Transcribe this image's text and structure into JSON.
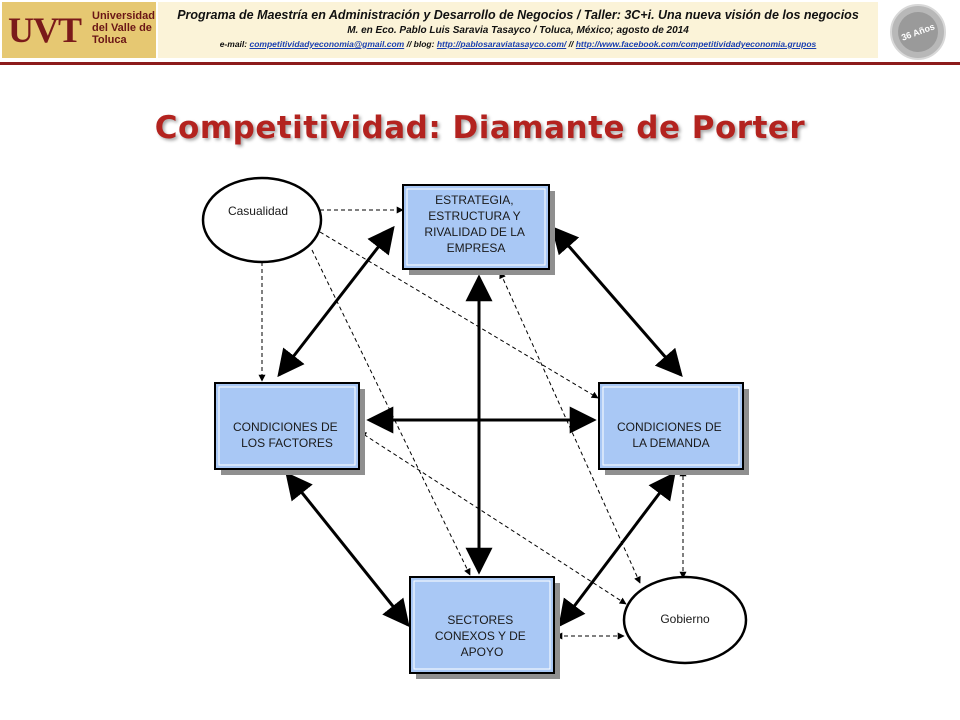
{
  "header": {
    "logo_mark": "UVT",
    "logo_text": "Universidad del Valle de Toluca",
    "line1": "Programa de Maestría en Administración y Desarrollo de Negocios / Taller: 3C+i. Una nueva visión de los negocios",
    "line2": "M. en Eco. Pablo Luis Saravia Tasayco / Toluca, México; agosto de 2014",
    "line3_prefix": "e-mail:",
    "email": "competitividadyeconomia@gmail.com",
    "sep1": "// blog:",
    "blog": "http://pablosaraviatasayco.com/",
    "sep2": "//",
    "facebook": "http://www.facebook.com/competitividadyeconomia.grupos",
    "badge_text": "36 Años"
  },
  "title": "Competitividad: Diamante de Porter",
  "diagram": {
    "estrategia": [
      "ESTRATEGIA,",
      "ESTRUCTURA  Y",
      "RIVALIDAD DE LA",
      "EMPRESA"
    ],
    "factores": [
      "CONDICIONES  DE",
      "LOS FACTORES"
    ],
    "demanda": [
      "CONDICIONES  DE",
      "LA DEMANDA"
    ],
    "sectores": [
      "SECTORES",
      "CONEXOS Y DE",
      "APOYO"
    ],
    "casualidad": "Casualidad",
    "gobierno": "Gobierno"
  },
  "colors": {
    "box_fill": "#a9c8f5",
    "title_red": "#b3231f",
    "header_rule": "#8c1b1b"
  }
}
